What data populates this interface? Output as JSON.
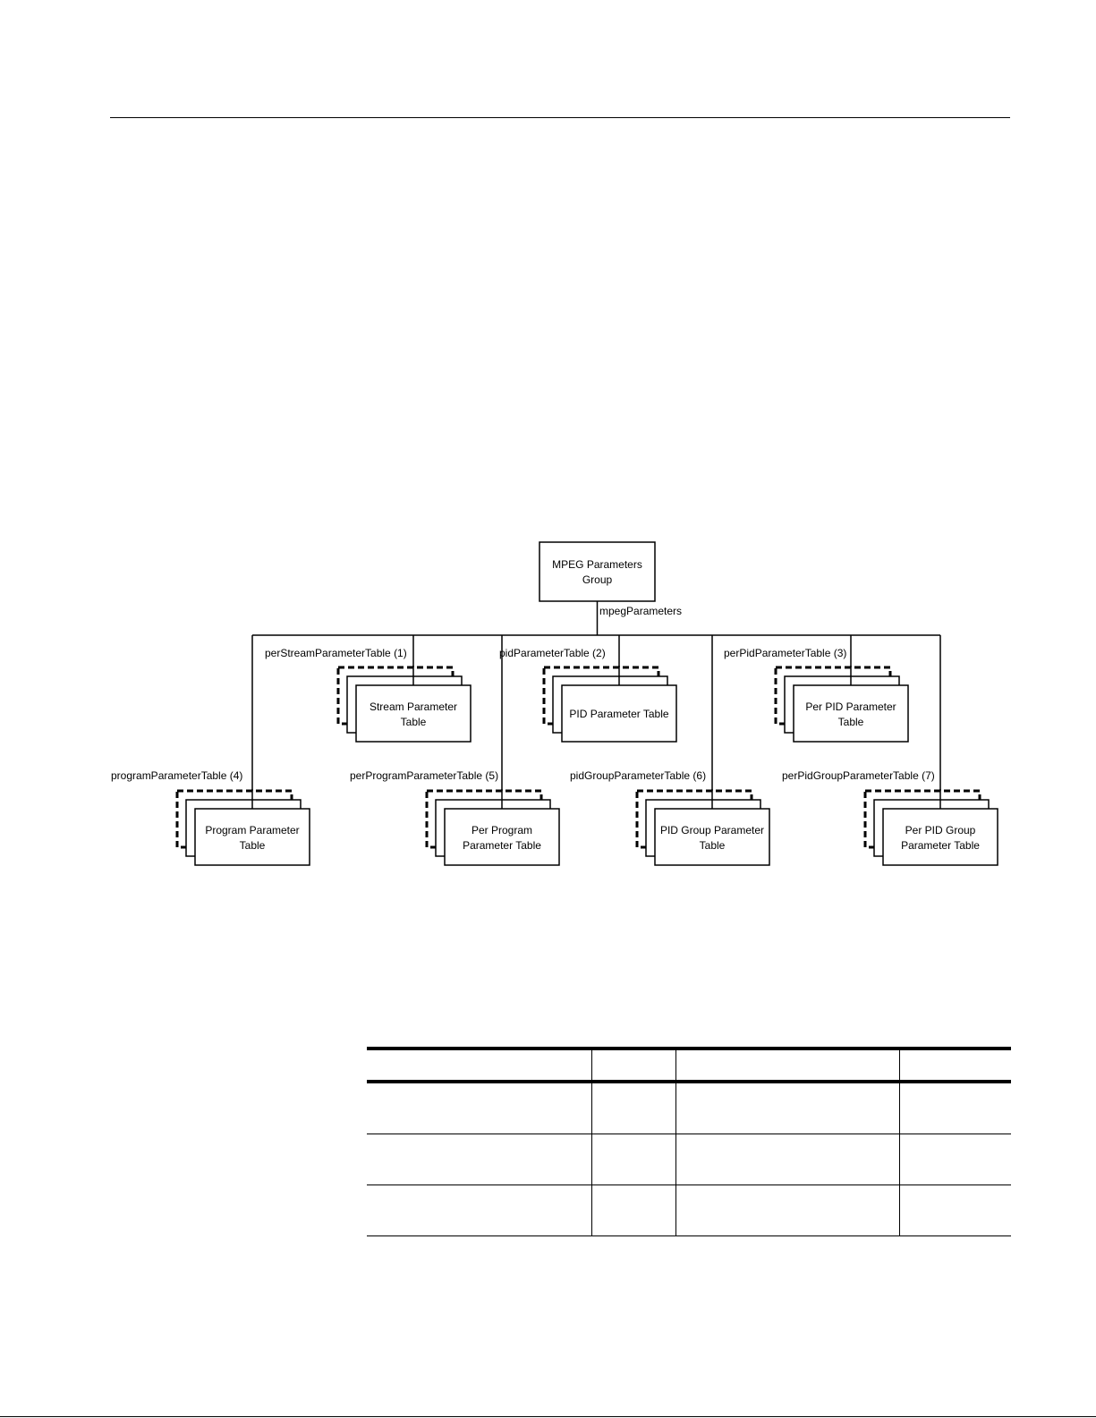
{
  "diagram": {
    "root": {
      "line1": "MPEG Parameters",
      "line2": "Group"
    },
    "root_edge_label": "mpegParameters",
    "tables": [
      {
        "label": "perStreamParameterTable (1)",
        "line1": "Stream Parameter",
        "line2": "Table"
      },
      {
        "label": "pidParameterTable (2)",
        "line1": "PID Parameter Table",
        "line2": ""
      },
      {
        "label": "perPidParameterTable (3)",
        "line1": "Per PID Parameter",
        "line2": "Table"
      },
      {
        "label": "programParameterTable (4)",
        "line1": "Program Parameter",
        "line2": "Table"
      },
      {
        "label": "perProgramParameterTable (5)",
        "line1": "Per Program",
        "line2": "Parameter Table"
      },
      {
        "label": "pidGroupParameterTable (6)",
        "line1": "PID Group Parameter",
        "line2": "Table"
      },
      {
        "label": "perPidGroupParameterTable (7)",
        "line1": "Per PID Group",
        "line2": "Parameter Table"
      }
    ]
  },
  "table": {
    "headers": [
      "",
      "",
      "",
      ""
    ],
    "rows": [
      [
        "",
        "",
        "",
        ""
      ],
      [
        "",
        "",
        "",
        ""
      ],
      [
        "",
        "",
        "",
        ""
      ]
    ]
  }
}
